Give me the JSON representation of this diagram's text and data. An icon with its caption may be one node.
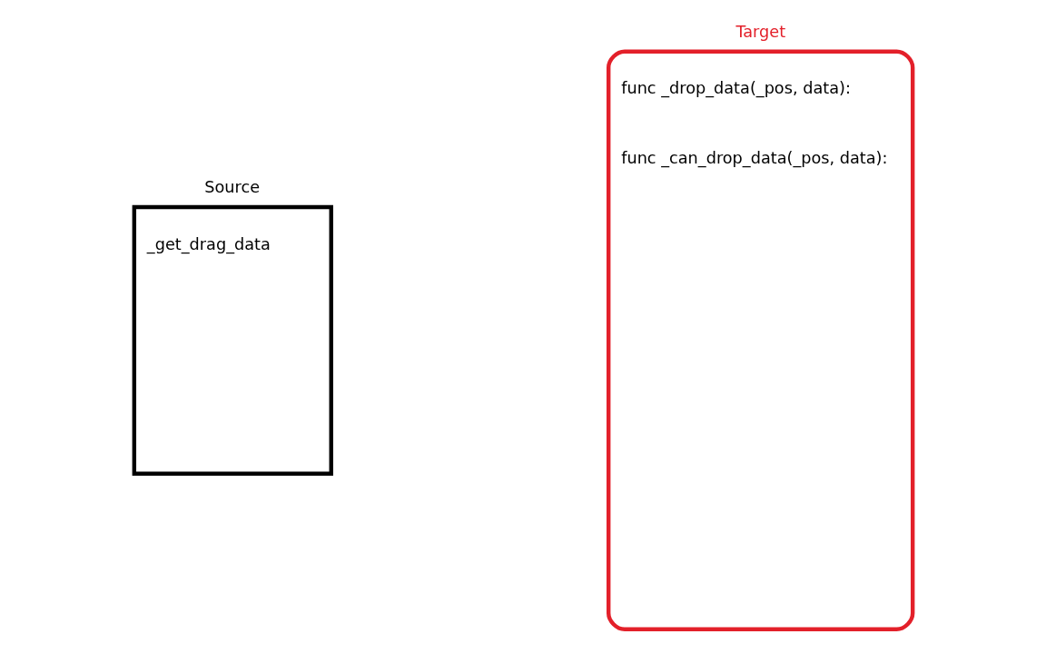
{
  "diagram": {
    "nodes": [
      {
        "text": [
          "Source",
          "_get_drag_data"
        ]
      },
      {
        "text": [
          "Target",
          "func _drop_data(_pos, data):",
          "func _can_drop_data(_pos, data):"
        ]
      }
    ]
  }
}
